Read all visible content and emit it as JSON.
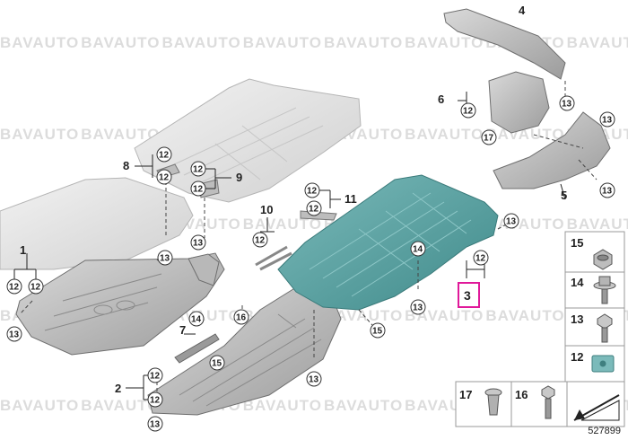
{
  "watermark": {
    "text": "BAVAUTO",
    "rows": 5
  },
  "part_numbers": {
    "p1": "1",
    "p2": "2",
    "p3": "3",
    "p4": "4",
    "p5": "5",
    "p6": "6",
    "p7": "7",
    "p8": "8",
    "p9": "9",
    "p10": "10",
    "p11": "11"
  },
  "bubbles": {
    "b12": "12",
    "b13": "13",
    "b14": "14",
    "b15": "15",
    "b16": "16",
    "b17": "17"
  },
  "legend": {
    "items": [
      "15",
      "14",
      "13",
      "12",
      "17",
      "16"
    ]
  },
  "highlight_color": "#e0199a",
  "panel_color": "#5fa3a3",
  "document_number": "527899"
}
